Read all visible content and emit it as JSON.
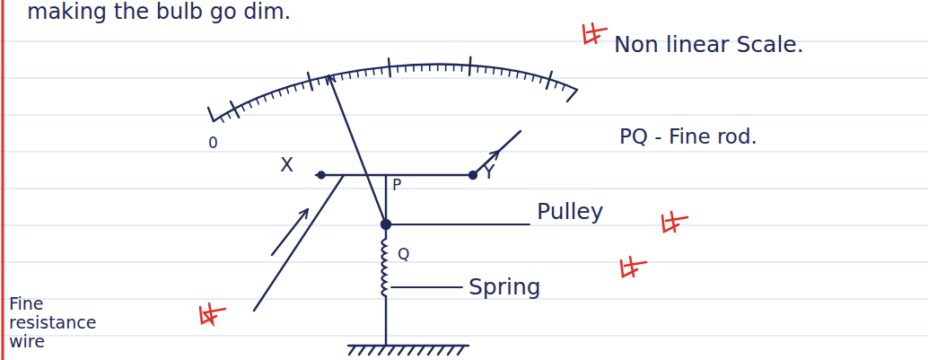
{
  "diagram": {
    "labels": [
      "making the bulb go dim.",
      "Non linear Scale.",
      "0",
      "X",
      "P",
      "Y",
      "PQ - Fine rod.",
      "Pulley",
      "Q",
      "Spring",
      "Fine resistance wire"
    ]
  }
}
